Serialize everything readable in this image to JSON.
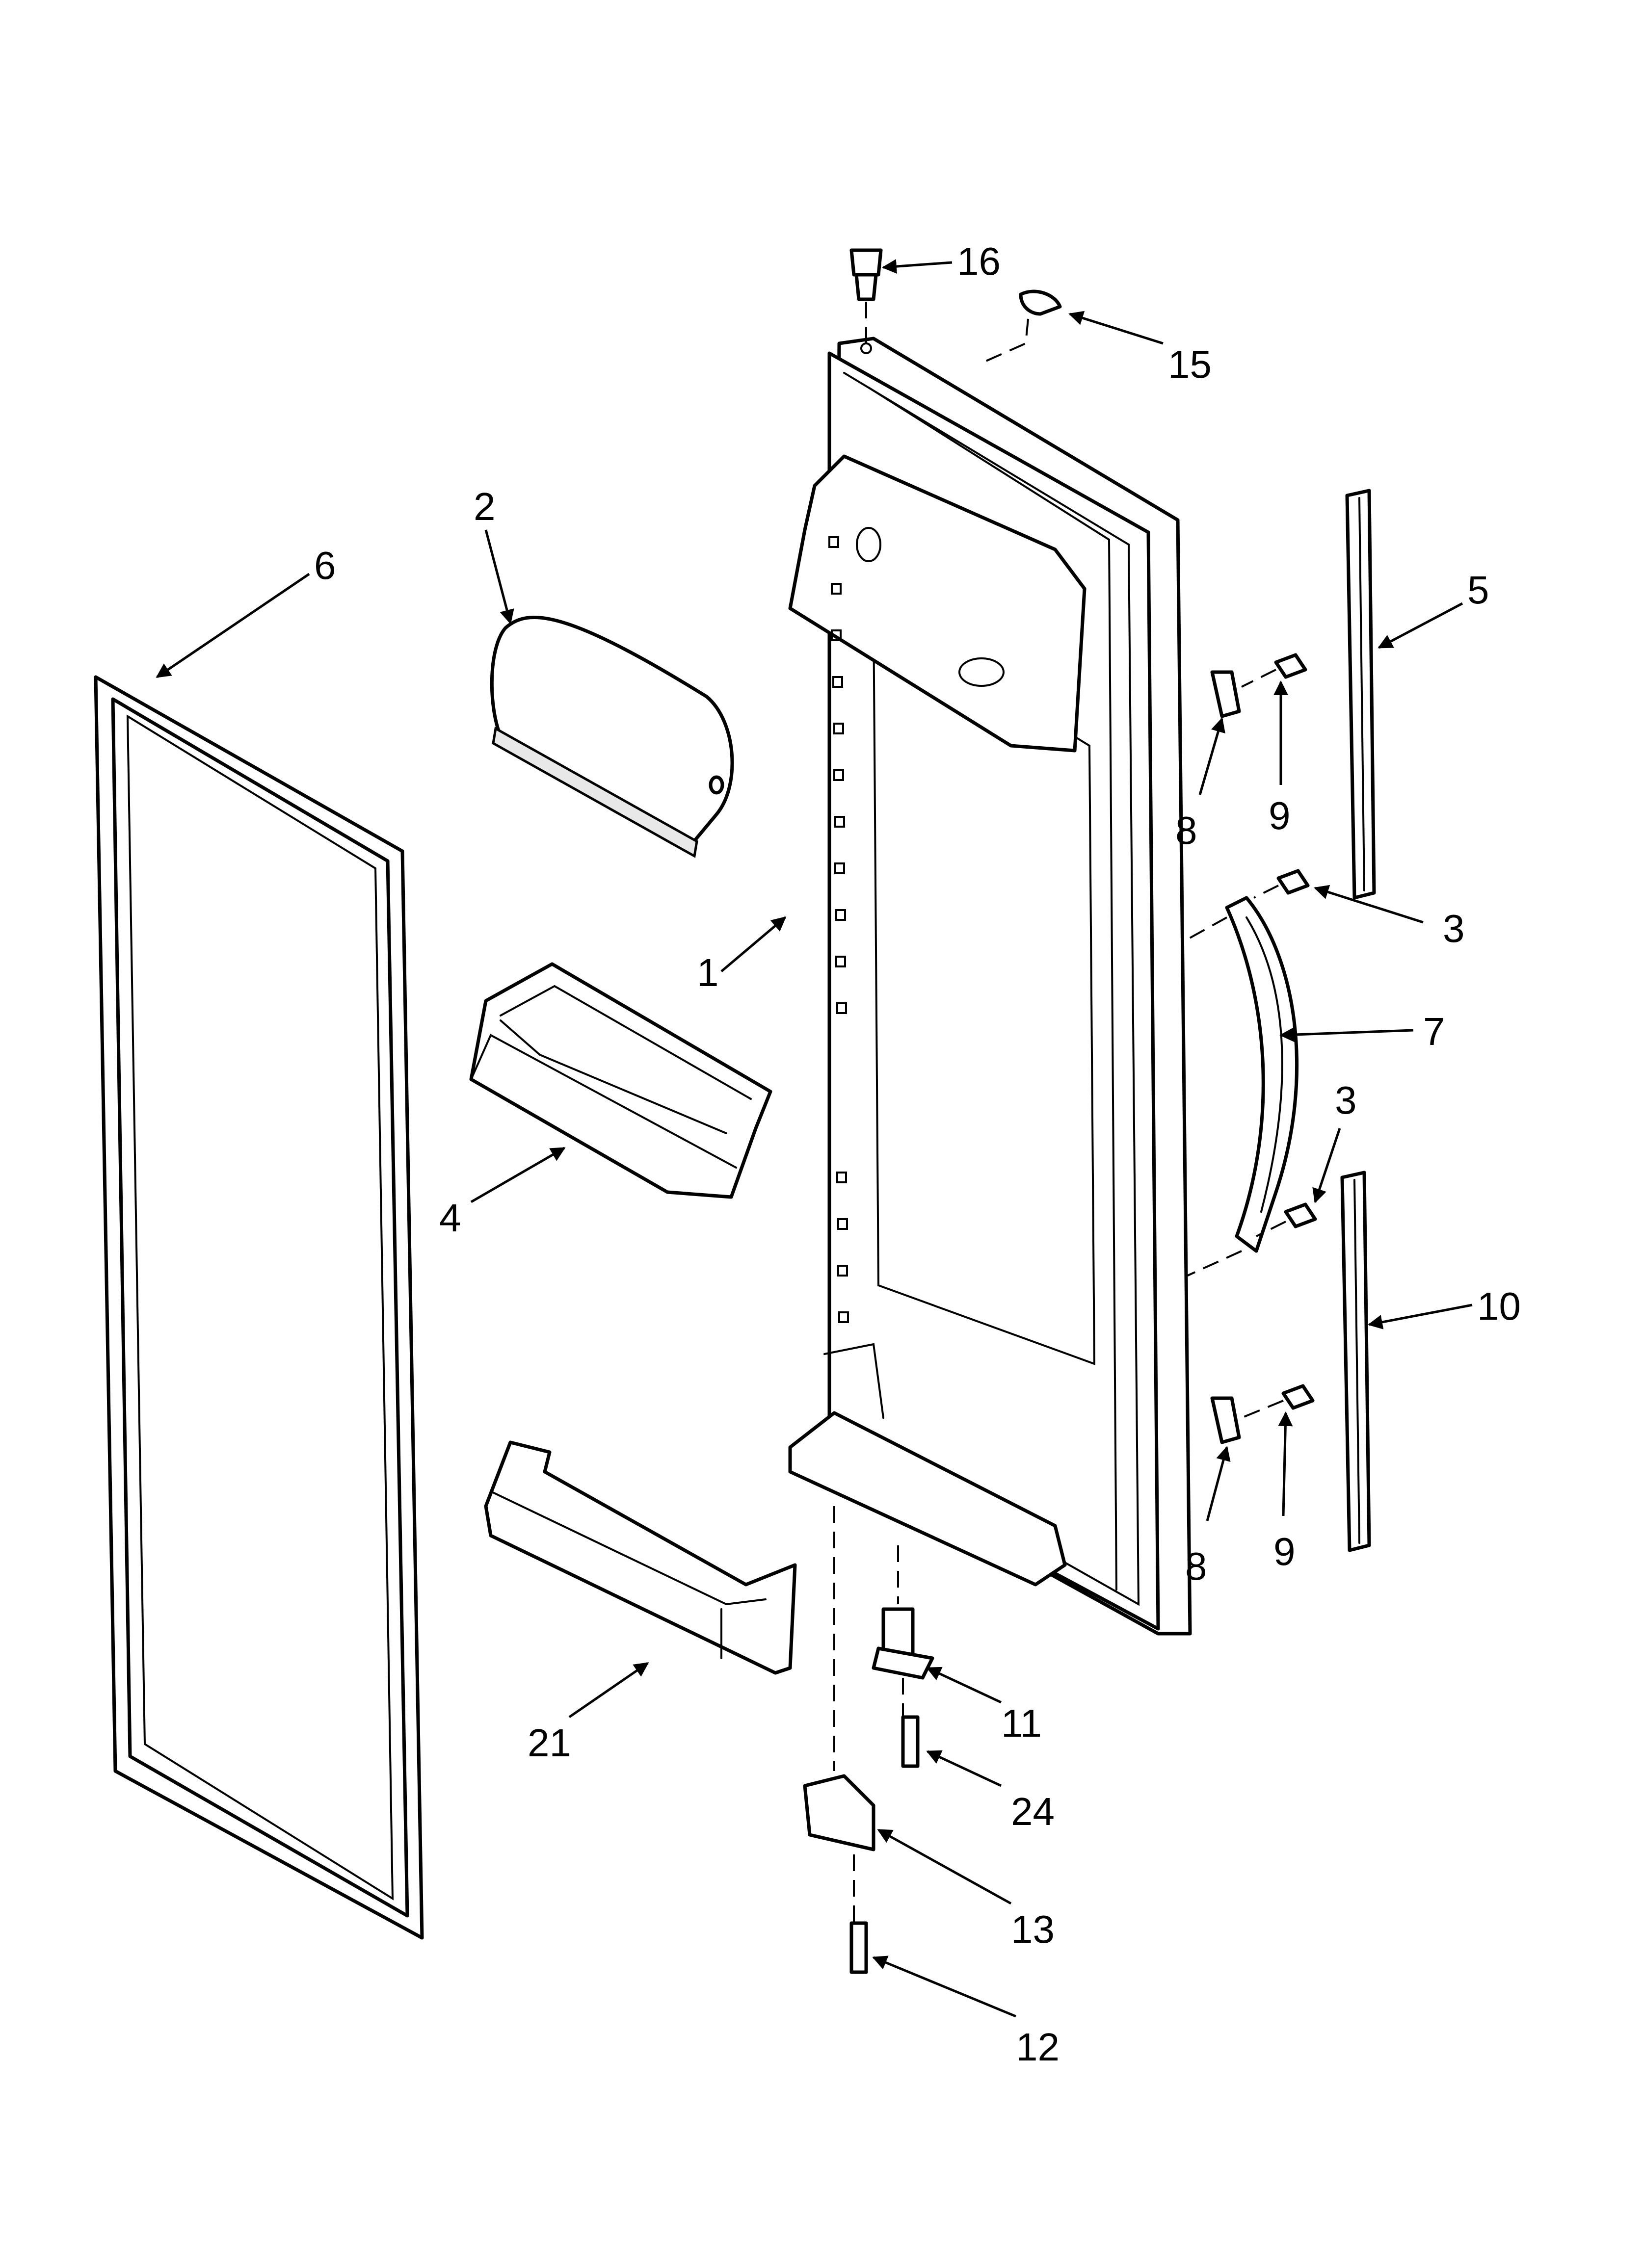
{
  "callouts": [
    {
      "id": "c16",
      "label": "16"
    },
    {
      "id": "c15",
      "label": "15"
    },
    {
      "id": "c2",
      "label": "2"
    },
    {
      "id": "c6",
      "label": "6"
    },
    {
      "id": "c5",
      "label": "5"
    },
    {
      "id": "c8a",
      "label": "8"
    },
    {
      "id": "c9a",
      "label": "9"
    },
    {
      "id": "c1",
      "label": "1"
    },
    {
      "id": "c3a",
      "label": "3"
    },
    {
      "id": "c7",
      "label": "7"
    },
    {
      "id": "c3b",
      "label": "3"
    },
    {
      "id": "c4",
      "label": "4"
    },
    {
      "id": "c10",
      "label": "10"
    },
    {
      "id": "c8b",
      "label": "8"
    },
    {
      "id": "c9b",
      "label": "9"
    },
    {
      "id": "c11",
      "label": "11"
    },
    {
      "id": "c21",
      "label": "21"
    },
    {
      "id": "c24",
      "label": "24"
    },
    {
      "id": "c13",
      "label": "13"
    },
    {
      "id": "c12",
      "label": "12"
    }
  ]
}
